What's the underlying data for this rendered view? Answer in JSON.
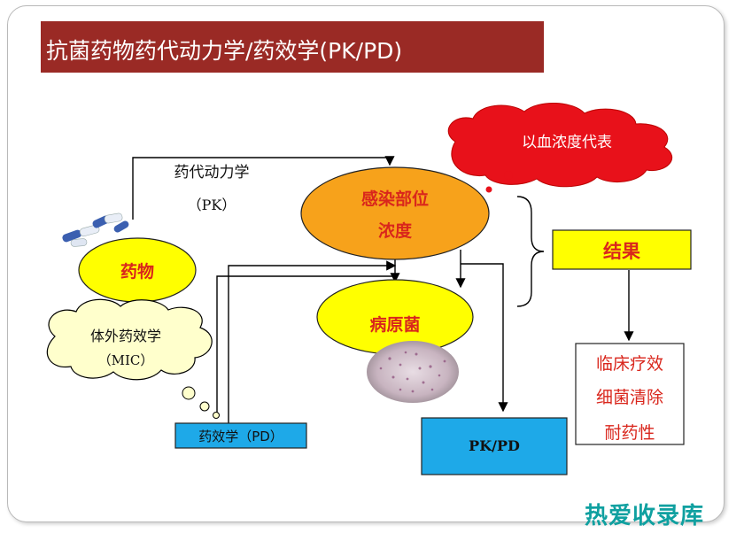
{
  "title": "抗菌药物药代动力学/药效学(PK/PD)",
  "nodes": {
    "drug": "药物",
    "infection_site": [
      "感染部位",
      "浓度"
    ],
    "pathogen": "病原菌",
    "in_vitro_pd": [
      "体外药效学",
      "（MIC）"
    ],
    "blood_conc": "以血浓度代表",
    "result": "结果",
    "outcomes": [
      "临床疗效",
      "细菌清除",
      "耐药性"
    ],
    "pd_label": "药效学（PD）",
    "pkpd_box": "PK/PD"
  },
  "labels": {
    "pk_line1": "药代动力学",
    "pk_line2": "（PK）"
  },
  "watermark": "热爱收录库",
  "colors": {
    "title_bg": "#9a2a25",
    "ellipse_orange": "#f7a21b",
    "ellipse_yellow": "#ffff00",
    "cloud_red": "#e8111a",
    "cloud_cream": "#ffffcc",
    "box_blue": "#1ea9e8",
    "text_red": "#d9261c"
  }
}
